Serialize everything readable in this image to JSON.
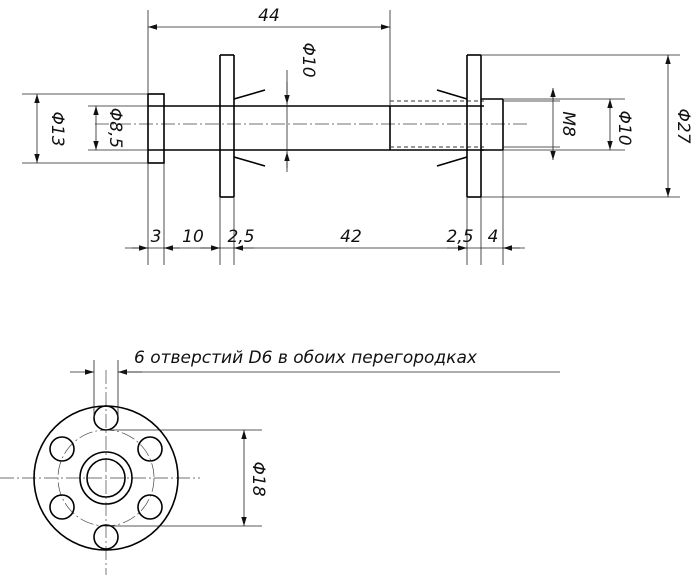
{
  "dimensions": {
    "overall_length": "44",
    "flange_bore": "Φ10",
    "sleeve_od": "Φ13",
    "sleeve_id": "Φ8,5",
    "thread": "M8",
    "hub_diameter": "Φ10",
    "flange_diameter": "Φ27",
    "collar": "3",
    "seg_10": "10",
    "flange_left_thickness": "2,5",
    "between_flanges": "42",
    "flange_right_thickness": "2,5",
    "hub_length": "4"
  },
  "bottom_view": {
    "note": "6 отверстий D6 в обоих перегородках",
    "hole_circle": "Φ18"
  }
}
